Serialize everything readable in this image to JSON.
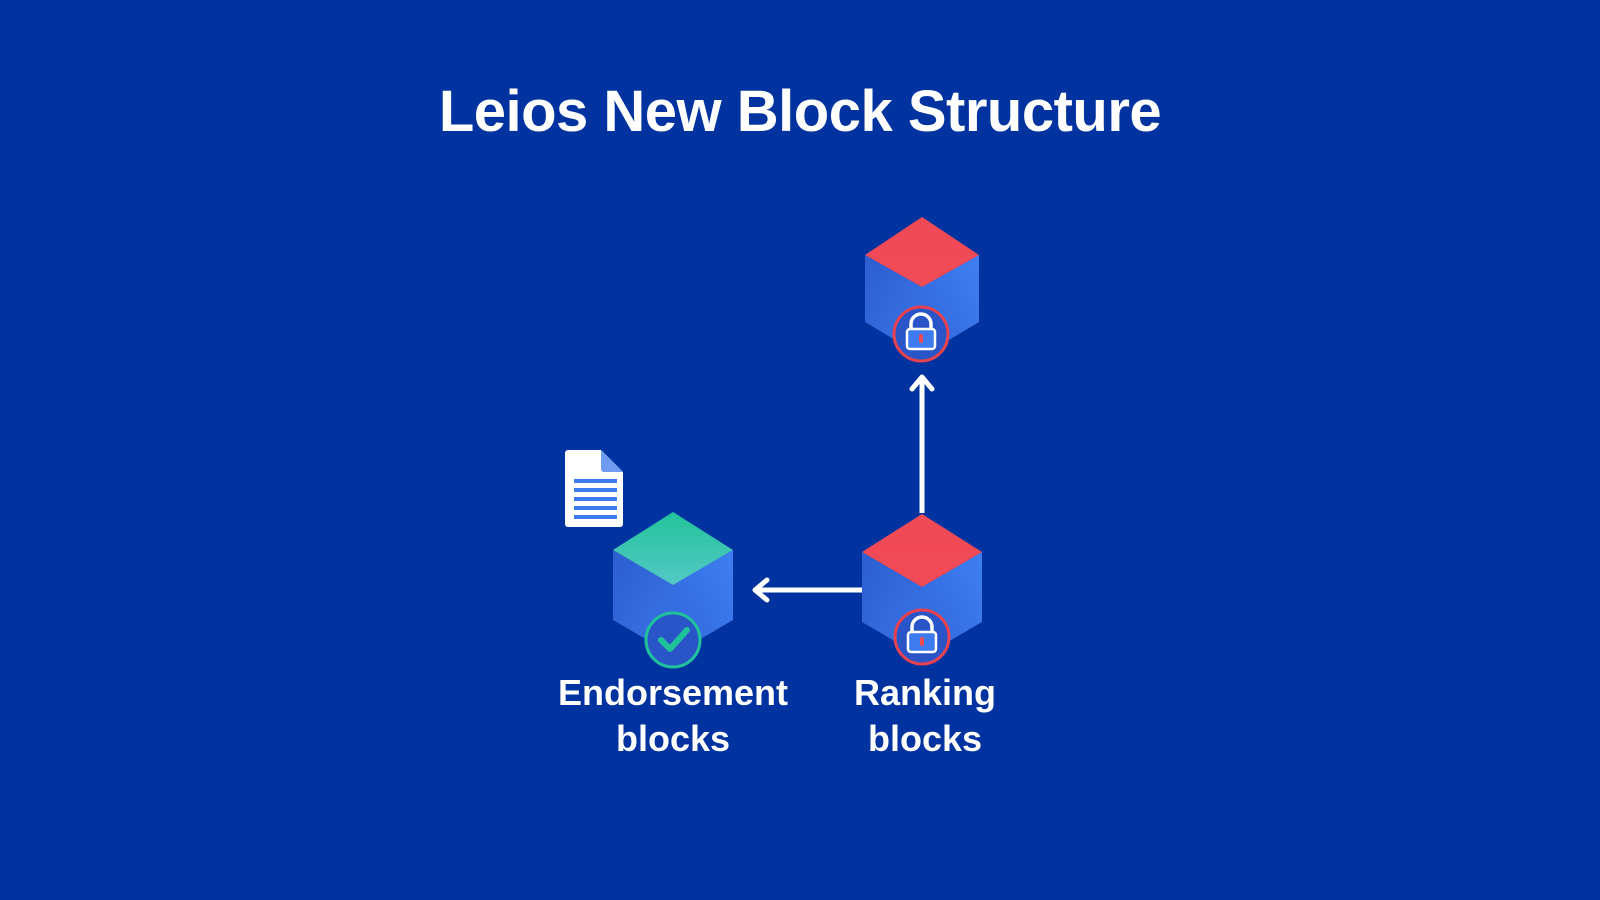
{
  "title": "Leios New Block Structure",
  "labels": {
    "endorsement_line1": "Endorsement",
    "endorsement_line2": "blocks",
    "ranking_line1": "Ranking",
    "ranking_line2": "blocks"
  },
  "colors": {
    "background": "#0033a0",
    "ranking_top": "#f14a55",
    "endorsement_top": "#2cc19a",
    "cube_side_left": "#2a5fd0",
    "cube_side_right": "#3f7cf0",
    "lock_badge_ring": "#e8414f",
    "check_badge_ring": "#1fc29a",
    "arrow": "#ffffff"
  },
  "icons": {
    "ranking_badge": "padlock-icon",
    "endorsement_badge": "checkmark-icon",
    "document": "document-icon"
  }
}
